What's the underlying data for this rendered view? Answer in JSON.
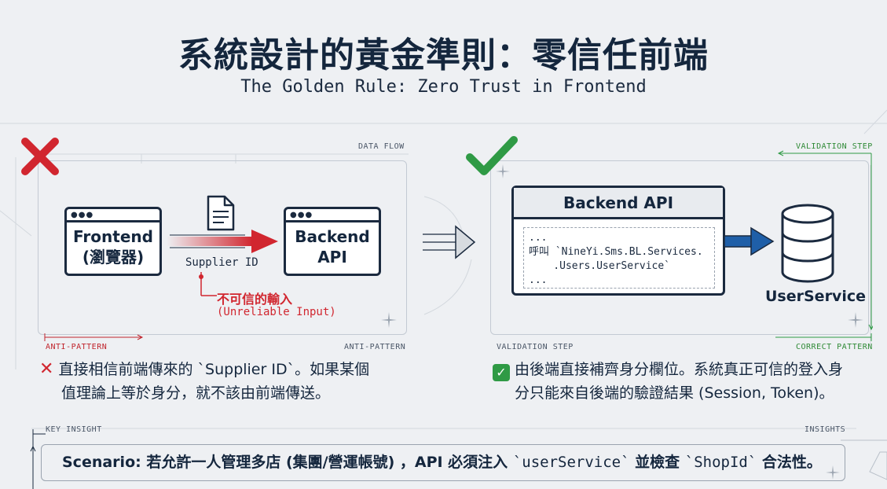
{
  "title": "系統設計的黃金準則：零信任前端",
  "subtitle": "The Golden Rule: Zero Trust in Frontend",
  "left_panel": {
    "top_tag": "DATA FLOW",
    "bottom_left_tag": "ANTI-PATTERN",
    "bottom_right_tag": "ANTI-PATTERN",
    "frontend_line1": "Frontend",
    "frontend_line2": "(瀏覽器)",
    "backend_line1": "Backend",
    "backend_line2": "API",
    "arrow_label": "Supplier ID",
    "warning_zh": "不可信的輸入",
    "warning_en": "(Unreliable Input)"
  },
  "right_panel": {
    "top_tag": "VALIDATION STEP",
    "bottom_left_tag": "VALIDATION STEP",
    "bottom_right_tag": "CORRECT PATTERN",
    "api_title": "Backend API",
    "code_line1": "...",
    "code_line2": "呼叫 `NineYi.Sms.BL.Services.",
    "code_line3": "    .Users.UserService`",
    "code_line4": "...",
    "service_label": "UserService"
  },
  "notes": {
    "bad_line1": "直接相信前端傳來的 `Supplier ID`。如果某個",
    "bad_line2": "值理論上等於身分，就不該由前端傳送。",
    "good_line1": "由後端直接補齊身分欄位。系統真正可信的登入身",
    "good_line2": "分只能來自後端的驗證結果 (Session, Token)。"
  },
  "insight": {
    "left_tag": "KEY INSIGHT",
    "right_tag": "INSIGHTS",
    "scenario_label": "Scenario:",
    "scenario_text1": " 若允許一人管理多店 (集團/營運帳號) ，API 必須注入 ",
    "scenario_code1": "`userService`",
    "scenario_text2": " 並檢查 ",
    "scenario_code2": "`ShopId`",
    "scenario_text3": " 合法性。"
  },
  "colors": {
    "navy": "#1b2a3f",
    "red": "#d1262f",
    "green": "#2f9a45",
    "blue": "#1f5fa8",
    "background": "#eef0f3"
  }
}
